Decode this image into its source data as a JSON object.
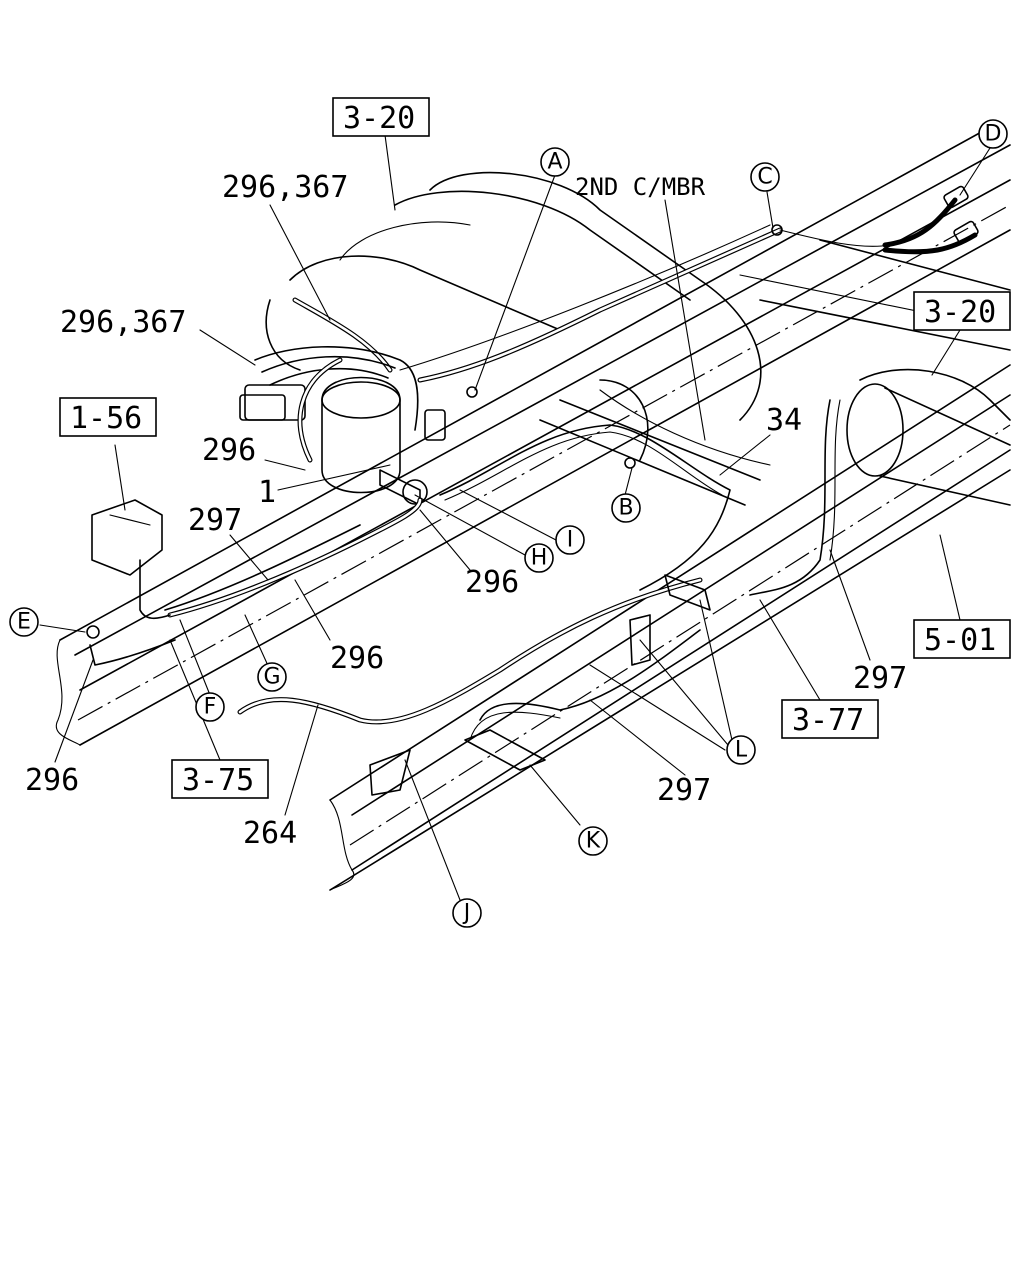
{
  "refs": {
    "r320a": "3-20",
    "r320b": "3-20",
    "r156": "1-56",
    "r375": "3-75",
    "r377": "3-77",
    "r501": "5-01"
  },
  "notes": {
    "member": "2ND C/MBR"
  },
  "numbers": {
    "n296_367a": "296,367",
    "n296_367b": "296,367",
    "n296a": "296",
    "n1": "1",
    "n297a": "297",
    "n296b": "296",
    "n296c": "296",
    "n296d": "296",
    "n34": "34",
    "n297b": "297",
    "n297c": "297",
    "n264": "264"
  },
  "letters": {
    "A": "A",
    "B": "B",
    "C": "C",
    "D": "D",
    "E": "E",
    "F": "F",
    "G": "G",
    "H": "H",
    "I": "I",
    "J": "J",
    "K": "K",
    "L": "L"
  }
}
